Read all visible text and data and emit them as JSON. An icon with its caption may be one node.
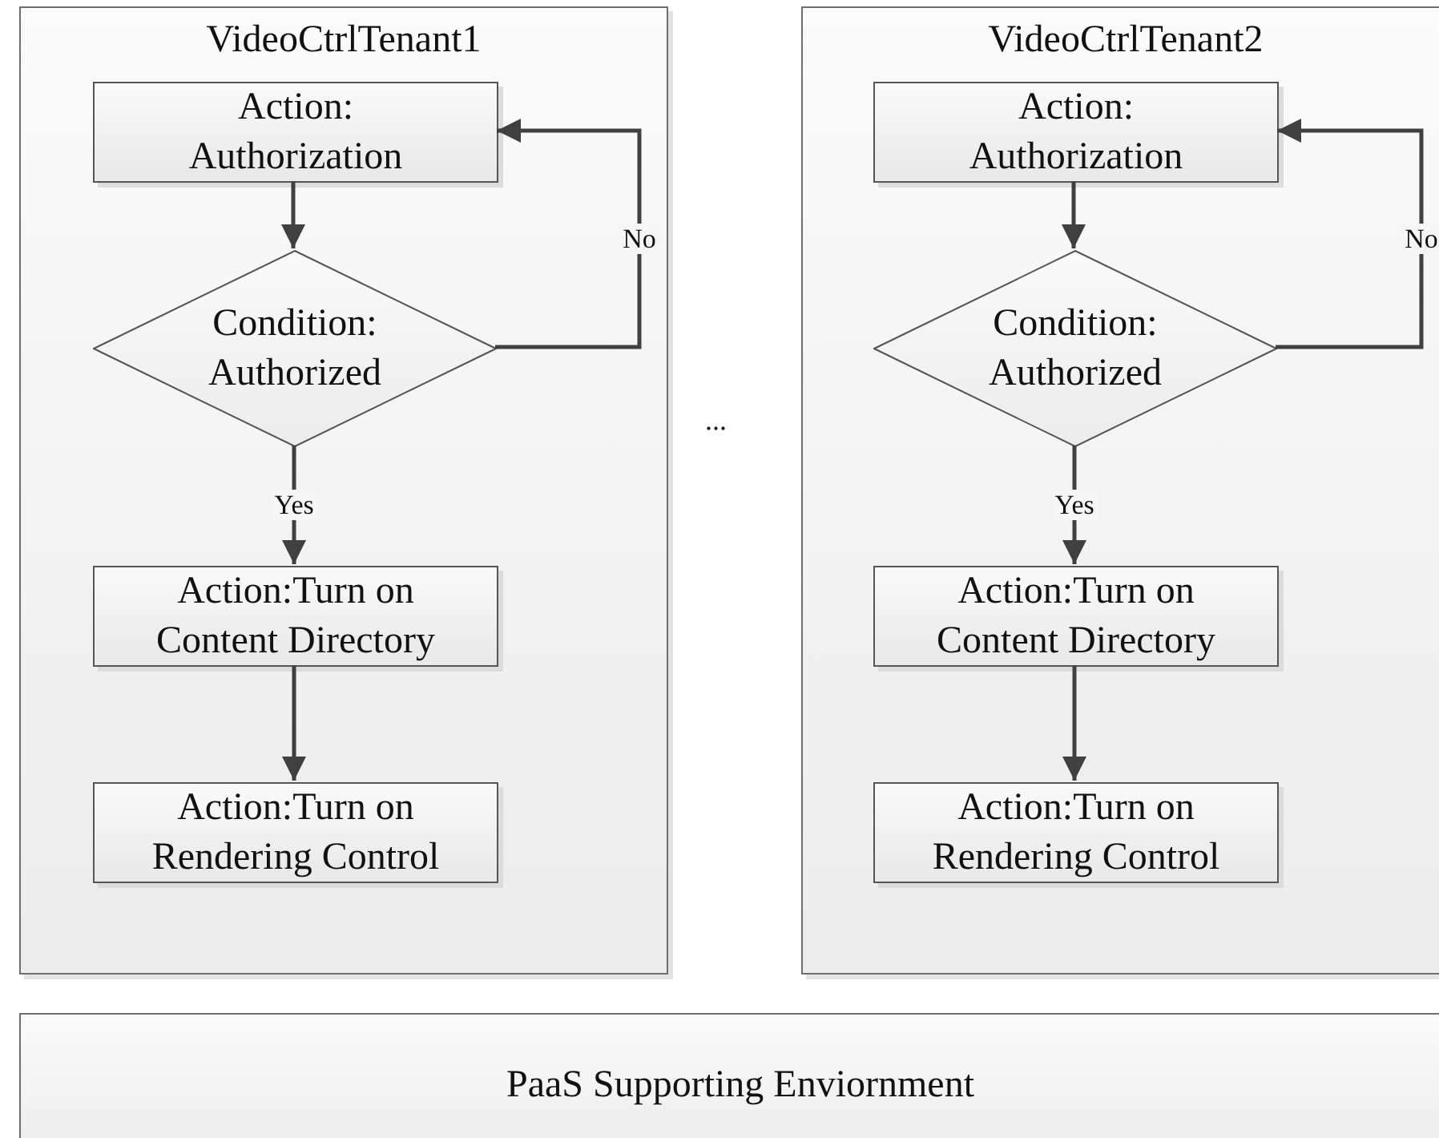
{
  "diagram": {
    "nodes": [
      {
        "text": [
          "VideoCtrlTenant1"
        ]
      },
      {
        "text": [
          "Action: Authorization"
        ],
        "in": 0
      },
      {
        "text": [
          "Condition: Authorized"
        ],
        "in": 0
      },
      {
        "text": [
          "Action:Turn on Content Directory"
        ],
        "in": 0
      },
      {
        "text": [
          "Action:Turn on Rendering Control"
        ],
        "in": 0
      },
      {
        "text": [
          "VideoCtrlTenant2"
        ]
      },
      {
        "text": [
          "Action: Authorization"
        ],
        "in": 5
      },
      {
        "text": [
          "Condition: Authorized"
        ],
        "in": 5
      },
      {
        "text": [
          "Action:Turn on Content Directory"
        ],
        "in": 5
      },
      {
        "text": [
          "Action:Turn on Rendering Control"
        ],
        "in": 5
      },
      {
        "text": [
          "PaaS Supporting Enviornment"
        ]
      }
    ],
    "edges": [
      {
        "from": 1,
        "to": 2,
        "arrow": "to"
      },
      {
        "from": 2,
        "to": 1,
        "label": "No",
        "arrow": "to"
      },
      {
        "from": 2,
        "to": 3,
        "label": "Yes",
        "arrow": "to"
      },
      {
        "from": 3,
        "to": 4,
        "arrow": "to"
      },
      {
        "from": 6,
        "to": 7,
        "arrow": "to"
      },
      {
        "from": 7,
        "to": 6,
        "label": "No",
        "arrow": "to"
      },
      {
        "from": 7,
        "to": 8,
        "label": "Yes",
        "arrow": "to"
      },
      {
        "from": 8,
        "to": 9,
        "arrow": "to"
      }
    ],
    "labels": [
      "..."
    ]
  }
}
